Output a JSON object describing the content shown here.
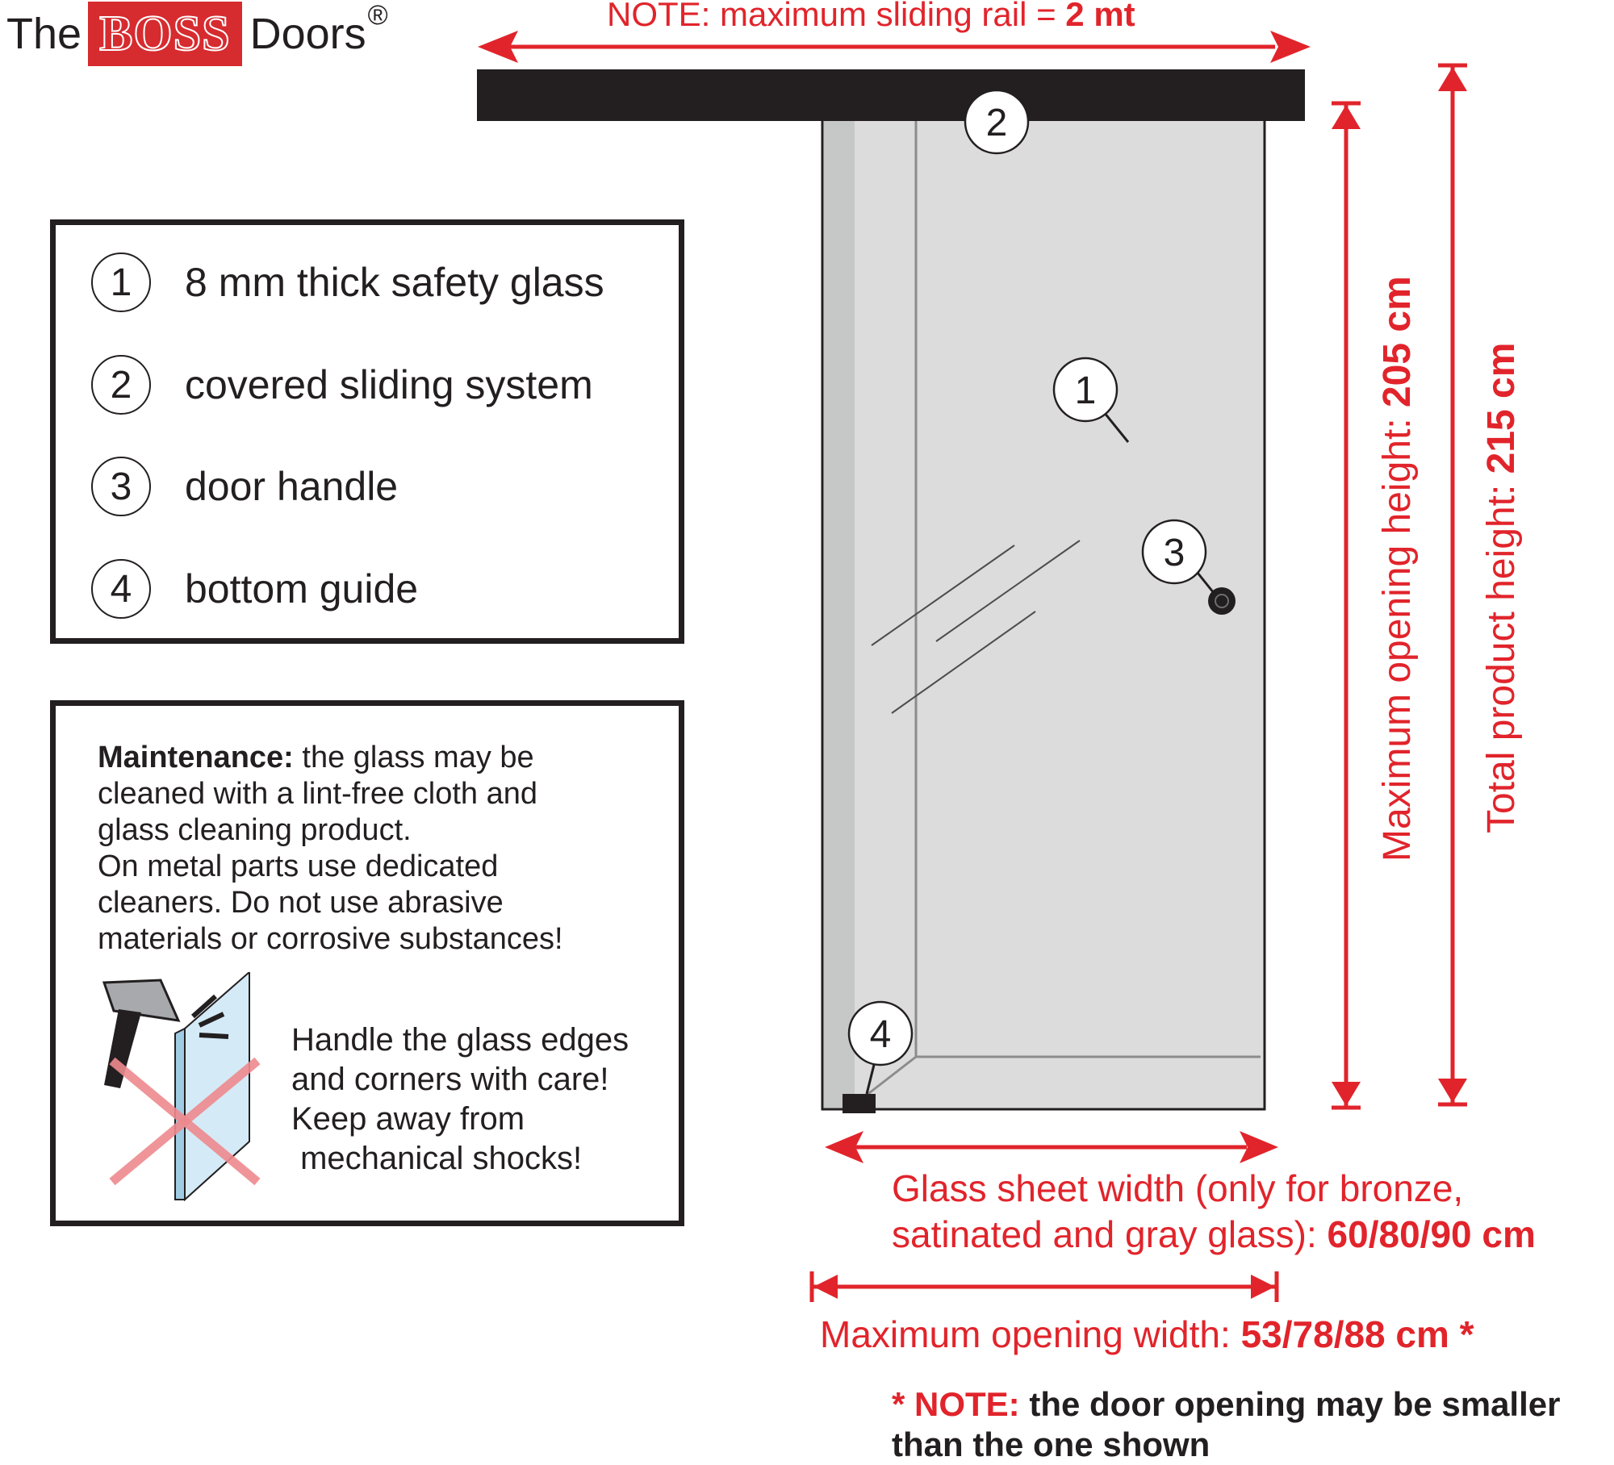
{
  "logo": {
    "word_the": "The",
    "word_boss": "BOSS",
    "word_doors": "Doors",
    "registered": "®"
  },
  "rail_note": {
    "prefix": "NOTE: maximum sliding rail = ",
    "value": "2 mt"
  },
  "legend": {
    "items": [
      {
        "number": "1",
        "label": "8 mm thick safety glass"
      },
      {
        "number": "2",
        "label": "covered sliding system"
      },
      {
        "number": "3",
        "label": "door handle"
      },
      {
        "number": "4",
        "label": "bottom guide"
      }
    ]
  },
  "maintenance": {
    "heading": "Maintenance:",
    "lines": [
      " the glass may be",
      "cleaned with a lint-free cloth and",
      "glass cleaning product.",
      "On metal parts use dedicated",
      "cleaners. Do not use abrasive",
      "materials or corrosive substances!"
    ],
    "warning_lines": [
      "Handle the glass edges",
      "and corners with care!",
      "Keep away from",
      " mechanical shocks!"
    ],
    "warning_icon": "hammer-glass-prohibited-icon"
  },
  "door_callouts": {
    "glass": "1",
    "sliding_system": "2",
    "handle": "3",
    "bottom_guide": "4"
  },
  "dimensions": {
    "opening_height": {
      "label": "Maximum opening height: ",
      "value": "205 cm"
    },
    "total_height": {
      "label": "Total product height: ",
      "value": "215 cm"
    },
    "glass_width": {
      "line1": "Glass sheet width (only for bronze,",
      "line2": "satinated and gray glass): ",
      "value": "60/80/90 cm"
    },
    "opening_width": {
      "label": "Maximum opening width: ",
      "value": "53/78/88 cm *"
    }
  },
  "footnote": {
    "marker": "* NOTE:",
    "line1": " the door opening may be smaller",
    "line2": "than the one shown"
  },
  "colors": {
    "accent_red": "#e1242b",
    "logo_red": "#d62b2f",
    "rail": "#231f20",
    "glass": "#dcdcdc",
    "glass_edge": "#c6c7c7"
  }
}
